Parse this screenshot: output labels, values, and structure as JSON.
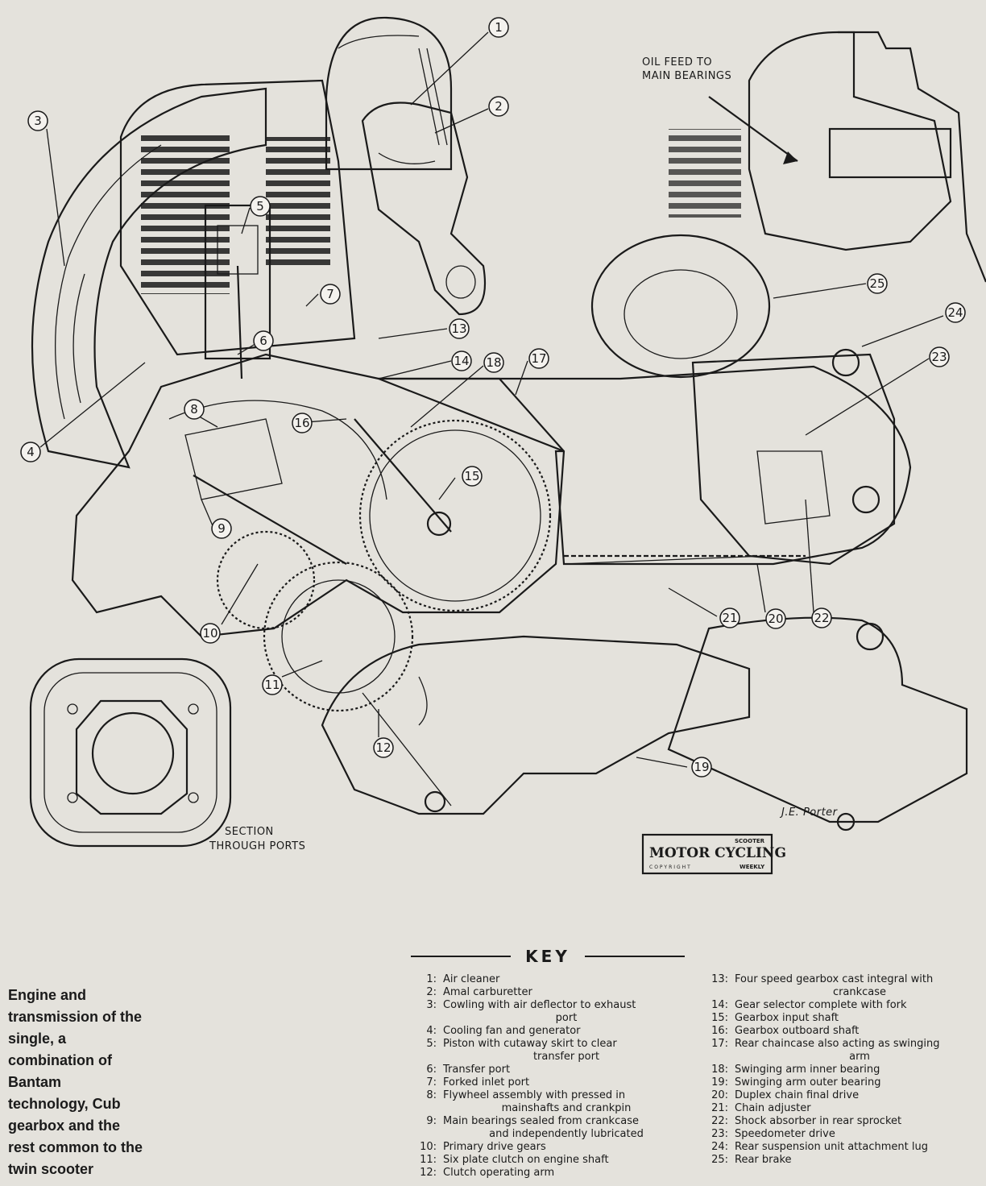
{
  "callouts": [
    {
      "n": "1"
    },
    {
      "n": "2"
    },
    {
      "n": "3"
    },
    {
      "n": "4"
    },
    {
      "n": "5"
    },
    {
      "n": "6"
    },
    {
      "n": "7"
    },
    {
      "n": "8"
    },
    {
      "n": "9"
    },
    {
      "n": "10"
    },
    {
      "n": "11"
    },
    {
      "n": "12"
    },
    {
      "n": "13"
    },
    {
      "n": "14"
    },
    {
      "n": "15"
    },
    {
      "n": "16"
    },
    {
      "n": "17"
    },
    {
      "n": "18"
    },
    {
      "n": "19"
    },
    {
      "n": "20"
    },
    {
      "n": "21"
    },
    {
      "n": "22"
    },
    {
      "n": "23"
    },
    {
      "n": "24"
    },
    {
      "n": "25"
    }
  ],
  "labels": {
    "oil_feed_line1": "OIL FEED TO",
    "oil_feed_line2": "MAIN BEARINGS",
    "section_line1": "SECTION",
    "section_line2": "THROUGH PORTS",
    "logo_main": "MOTOR CYCLING",
    "logo_scooter": "SCOOTER",
    "logo_weekly": "WEEKLY",
    "logo_copyright": "COPYRIGHT",
    "artist": "J.E. Porter"
  },
  "key": {
    "heading": "KEY",
    "left": [
      {
        "n": "1:",
        "text": "Air cleaner",
        "cont": ""
      },
      {
        "n": "2:",
        "text": "Amal carburetter",
        "cont": ""
      },
      {
        "n": "3:",
        "text": "Cowling with air deflector to exhaust",
        "cont": "port"
      },
      {
        "n": "4:",
        "text": "Cooling fan and generator",
        "cont": ""
      },
      {
        "n": "5:",
        "text": "Piston with cutaway skirt to clear",
        "cont": "transfer port"
      },
      {
        "n": "6:",
        "text": "Transfer port",
        "cont": ""
      },
      {
        "n": "7:",
        "text": "Forked inlet port",
        "cont": ""
      },
      {
        "n": "8:",
        "text": "Flywheel assembly with pressed in",
        "cont": "mainshafts and crankpin"
      },
      {
        "n": "9:",
        "text": "Main bearings sealed from crankcase",
        "cont": "and independently lubricated"
      },
      {
        "n": "10:",
        "text": "Primary drive gears",
        "cont": ""
      },
      {
        "n": "11:",
        "text": "Six plate clutch on engine shaft",
        "cont": ""
      },
      {
        "n": "12:",
        "text": "Clutch operating arm",
        "cont": ""
      }
    ],
    "right": [
      {
        "n": "13:",
        "text": "Four speed gearbox cast integral with",
        "cont": "crankcase"
      },
      {
        "n": "14:",
        "text": "Gear selector complete with fork",
        "cont": ""
      },
      {
        "n": "15:",
        "text": "Gearbox input shaft",
        "cont": ""
      },
      {
        "n": "16:",
        "text": "Gearbox outboard shaft",
        "cont": ""
      },
      {
        "n": "17:",
        "text": "Rear chaincase also acting as swinging",
        "cont": "arm"
      },
      {
        "n": "18:",
        "text": "Swinging arm inner bearing",
        "cont": ""
      },
      {
        "n": "19:",
        "text": "Swinging arm outer bearing",
        "cont": ""
      },
      {
        "n": "20:",
        "text": "Duplex chain final drive",
        "cont": ""
      },
      {
        "n": "21:",
        "text": "Chain adjuster",
        "cont": ""
      },
      {
        "n": "22:",
        "text": "Shock absorber in rear sprocket",
        "cont": ""
      },
      {
        "n": "23:",
        "text": "Speedometer drive",
        "cont": ""
      },
      {
        "n": "24:",
        "text": "Rear suspension unit attachment lug",
        "cont": ""
      },
      {
        "n": "25:",
        "text": "Rear brake",
        "cont": ""
      }
    ]
  },
  "caption": "Engine and transmission of the single, a combination of Bantam technology, Cub gearbox and the rest common to the twin scooter"
}
